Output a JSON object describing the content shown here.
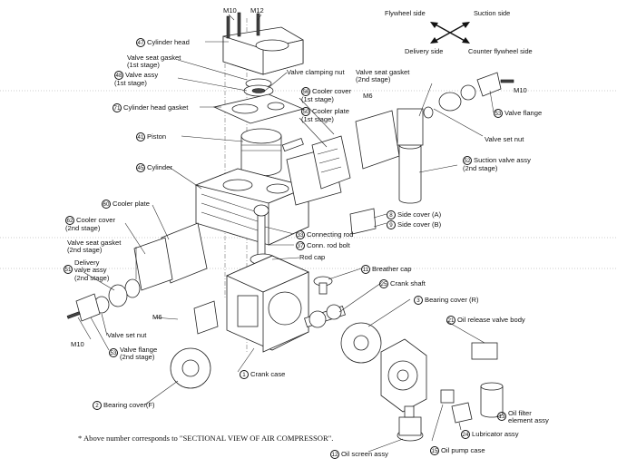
{
  "orientation": {
    "flywheel_side": "Flywheel side",
    "suction_side": "Suction side",
    "delivery_side": "Delivery side",
    "counter_flywheel_side": "Counter flywheel side"
  },
  "labels": {
    "m10_top": "M10",
    "m12_top": "M12",
    "cylinder_head": "Cylinder head",
    "valve_seat_gasket_1st": "Valve seat gasket\n(1st stage)",
    "valve_assy_1st": "Valve assy\n(1st stage)",
    "valve_clamping_nut": "Valve clamping nut",
    "valve_seat_gasket_2nd_top": "Valve seat gasket\n(2nd stage)",
    "m10_right": "M10",
    "cooler_cover_1st": "Cooler cover\n(1st stage)",
    "m6_right": "M6",
    "cylinder_head_gasket": "Cylinder head gasket",
    "cooler_plate_1st": "Cooler plate\n(1st stage)",
    "valve_flange_right": "Valve flange",
    "piston": "Piston",
    "valve_set_nut_right": "Valve set nut",
    "suction_valve_assy": "Suction valve assy\n(2nd stage)",
    "cylinder": "Cylinder",
    "cooler_plate": "Cooler plate",
    "side_cover_a": "Side cover (A)",
    "side_cover_b": "Side cover (B)",
    "cooler_cover_2nd": "Cooler cover\n(2nd stage)",
    "valve_seat_gasket_2nd_left": "Valve seat gasket\n(2nd stage)",
    "connecting_rod": "Connecting rod",
    "conn_rod_bolt": "Conn. rod bolt",
    "rod_cap": "Rod cap",
    "delivery_valve_assy": "Delivery\nvalve assy\n(2nd stage)",
    "breather_cap": "Breather cap",
    "crank_shaft": "Crank shaft",
    "bearing_cover_r": "Bearing cover (R)",
    "m6_left": "M6",
    "valve_set_nut_left": "Valve set nut",
    "m10_left": "M10",
    "valve_flange_2nd": "Valve flange\n(2nd stage)",
    "oil_release_valve_body": "Oil release valve body",
    "crank_case": "Crank case",
    "bearing_cover_f": "Bearing cover(F)",
    "oil_filter": "Oil filter\nelement assy",
    "lubricator_assy": "Lubricator assy",
    "oil_pump_case": "Oil pump case",
    "oil_screen_assy": "Oil screen assy"
  },
  "numbers": {
    "cylinder_head": "47",
    "valve_assy_1st": "48",
    "cylinder_head_gasket": "71",
    "cooler_cover_1st": "56",
    "cooler_plate_1st": "50",
    "valve_flange_right": "53",
    "piston": "41",
    "suction_valve_assy": "52",
    "cylinder": "45",
    "cooler_plate": "60",
    "side_cover_a": "8",
    "side_cover_b": "9",
    "cooler_cover_2nd": "62",
    "connecting_rod": "33",
    "conn_rod_bolt": "37",
    "delivery_valve_assy": "51",
    "breather_cap": "11",
    "crank_shaft": "25",
    "bearing_cover_r": "3",
    "valve_flange_2nd": "53",
    "oil_release_valve_body": "21",
    "crank_case": "1",
    "bearing_cover_f": "2",
    "oil_filter": "13",
    "lubricator_assy": "24",
    "oil_pump_case": "15",
    "oil_screen_assy": "12"
  },
  "footnote": "* Above number corresponds to \"SECTIONAL VIEW OF AIR COMPRESSOR\"."
}
